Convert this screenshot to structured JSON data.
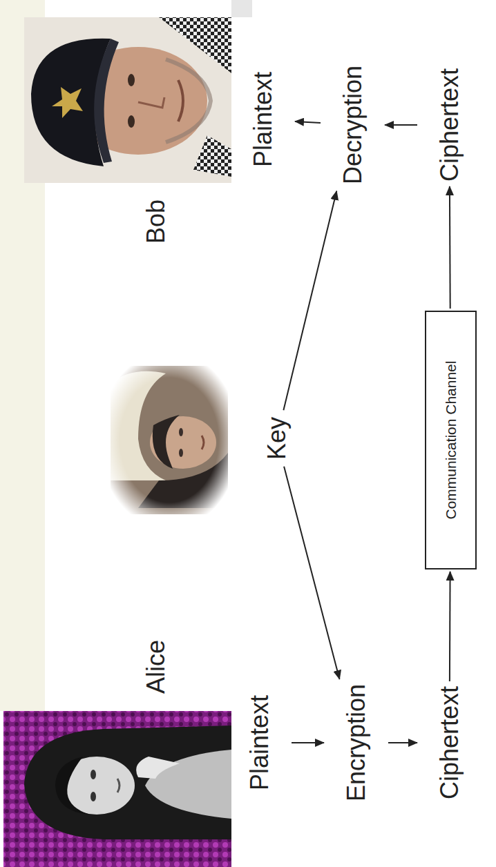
{
  "diagram": {
    "nodes": [
      {
        "text": [
          "Plaintext"
        ]
      },
      {
        "text": [
          "Encryption"
        ]
      },
      {
        "text": [
          "Ciphertext"
        ]
      },
      {
        "text": [
          "Key"
        ]
      },
      {
        "text": [
          "Communication Channel"
        ]
      },
      {
        "text": [
          "Ciphertext"
        ]
      },
      {
        "text": [
          "Decryption"
        ]
      },
      {
        "text": [
          "Plaintext"
        ]
      }
    ],
    "edges": [
      {
        "from": 0,
        "to": 1,
        "arrow": "to"
      },
      {
        "from": 1,
        "to": 2,
        "arrow": "to"
      },
      {
        "from": 2,
        "to": 4,
        "arrow": "to"
      },
      {
        "from": 4,
        "to": 5,
        "arrow": "to"
      },
      {
        "from": 5,
        "to": 6,
        "arrow": "to"
      },
      {
        "from": 6,
        "to": 7,
        "arrow": "to"
      },
      {
        "from": 3,
        "to": 1,
        "arrow": "to"
      },
      {
        "from": 3,
        "to": 6,
        "arrow": "to"
      }
    ],
    "labels": [
      "Alice",
      "Bob"
    ]
  }
}
